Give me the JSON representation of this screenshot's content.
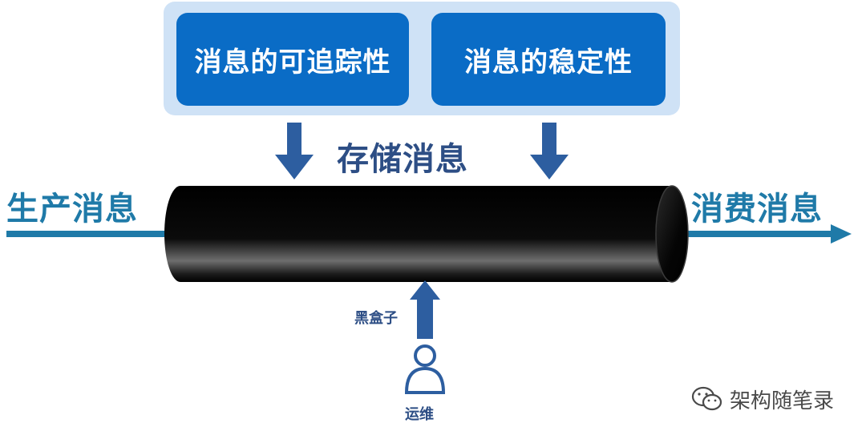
{
  "top_boxes": {
    "traceability": "消息的可追踪性",
    "stability": "消息的稳定性"
  },
  "labels": {
    "store": "存储消息",
    "produce": "生产消息",
    "consume": "消费消息",
    "black_box": "黑盒子",
    "ops": "运维"
  },
  "watermark": {
    "text": "架构随笔录",
    "icon": "wechat-icon"
  },
  "colors": {
    "box_fill": "#0a6cc6",
    "panel_fill": "#cfe2f6",
    "arrow": "#2d5ea0",
    "flow_line": "#1f7aa8",
    "pipe": "#000000"
  }
}
